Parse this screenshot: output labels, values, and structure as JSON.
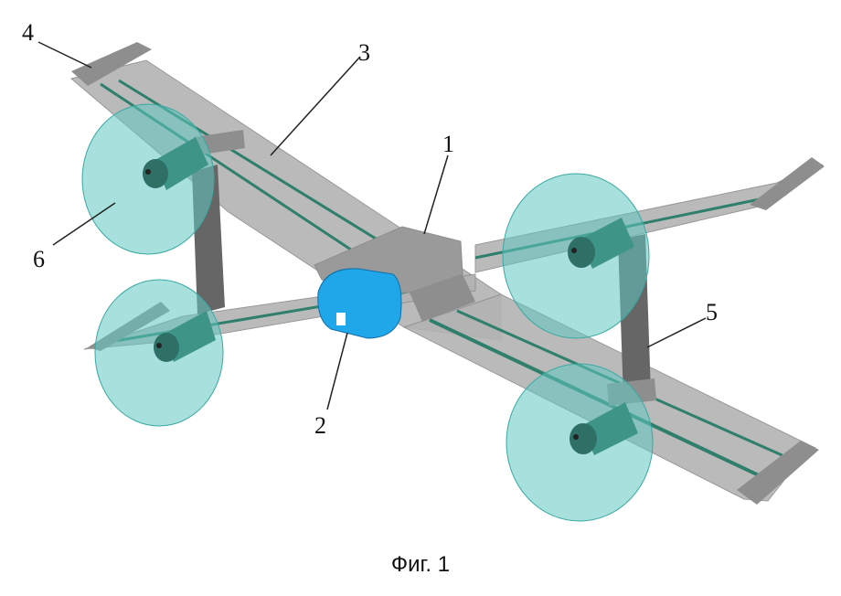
{
  "figure": {
    "caption": "Фиг. 1",
    "callouts": [
      "1",
      "2",
      "3",
      "4",
      "5",
      "6"
    ]
  },
  "colors": {
    "wing": "#b3b3b3",
    "wing_dark": "#8e8e8e",
    "strip": "#2f7f6c",
    "rotor": "#5ec7c0",
    "nacelle": "#3f9488",
    "fuselage": "#9a9a9a",
    "cockpit": "#1fa7ea",
    "strut": "#666666"
  }
}
